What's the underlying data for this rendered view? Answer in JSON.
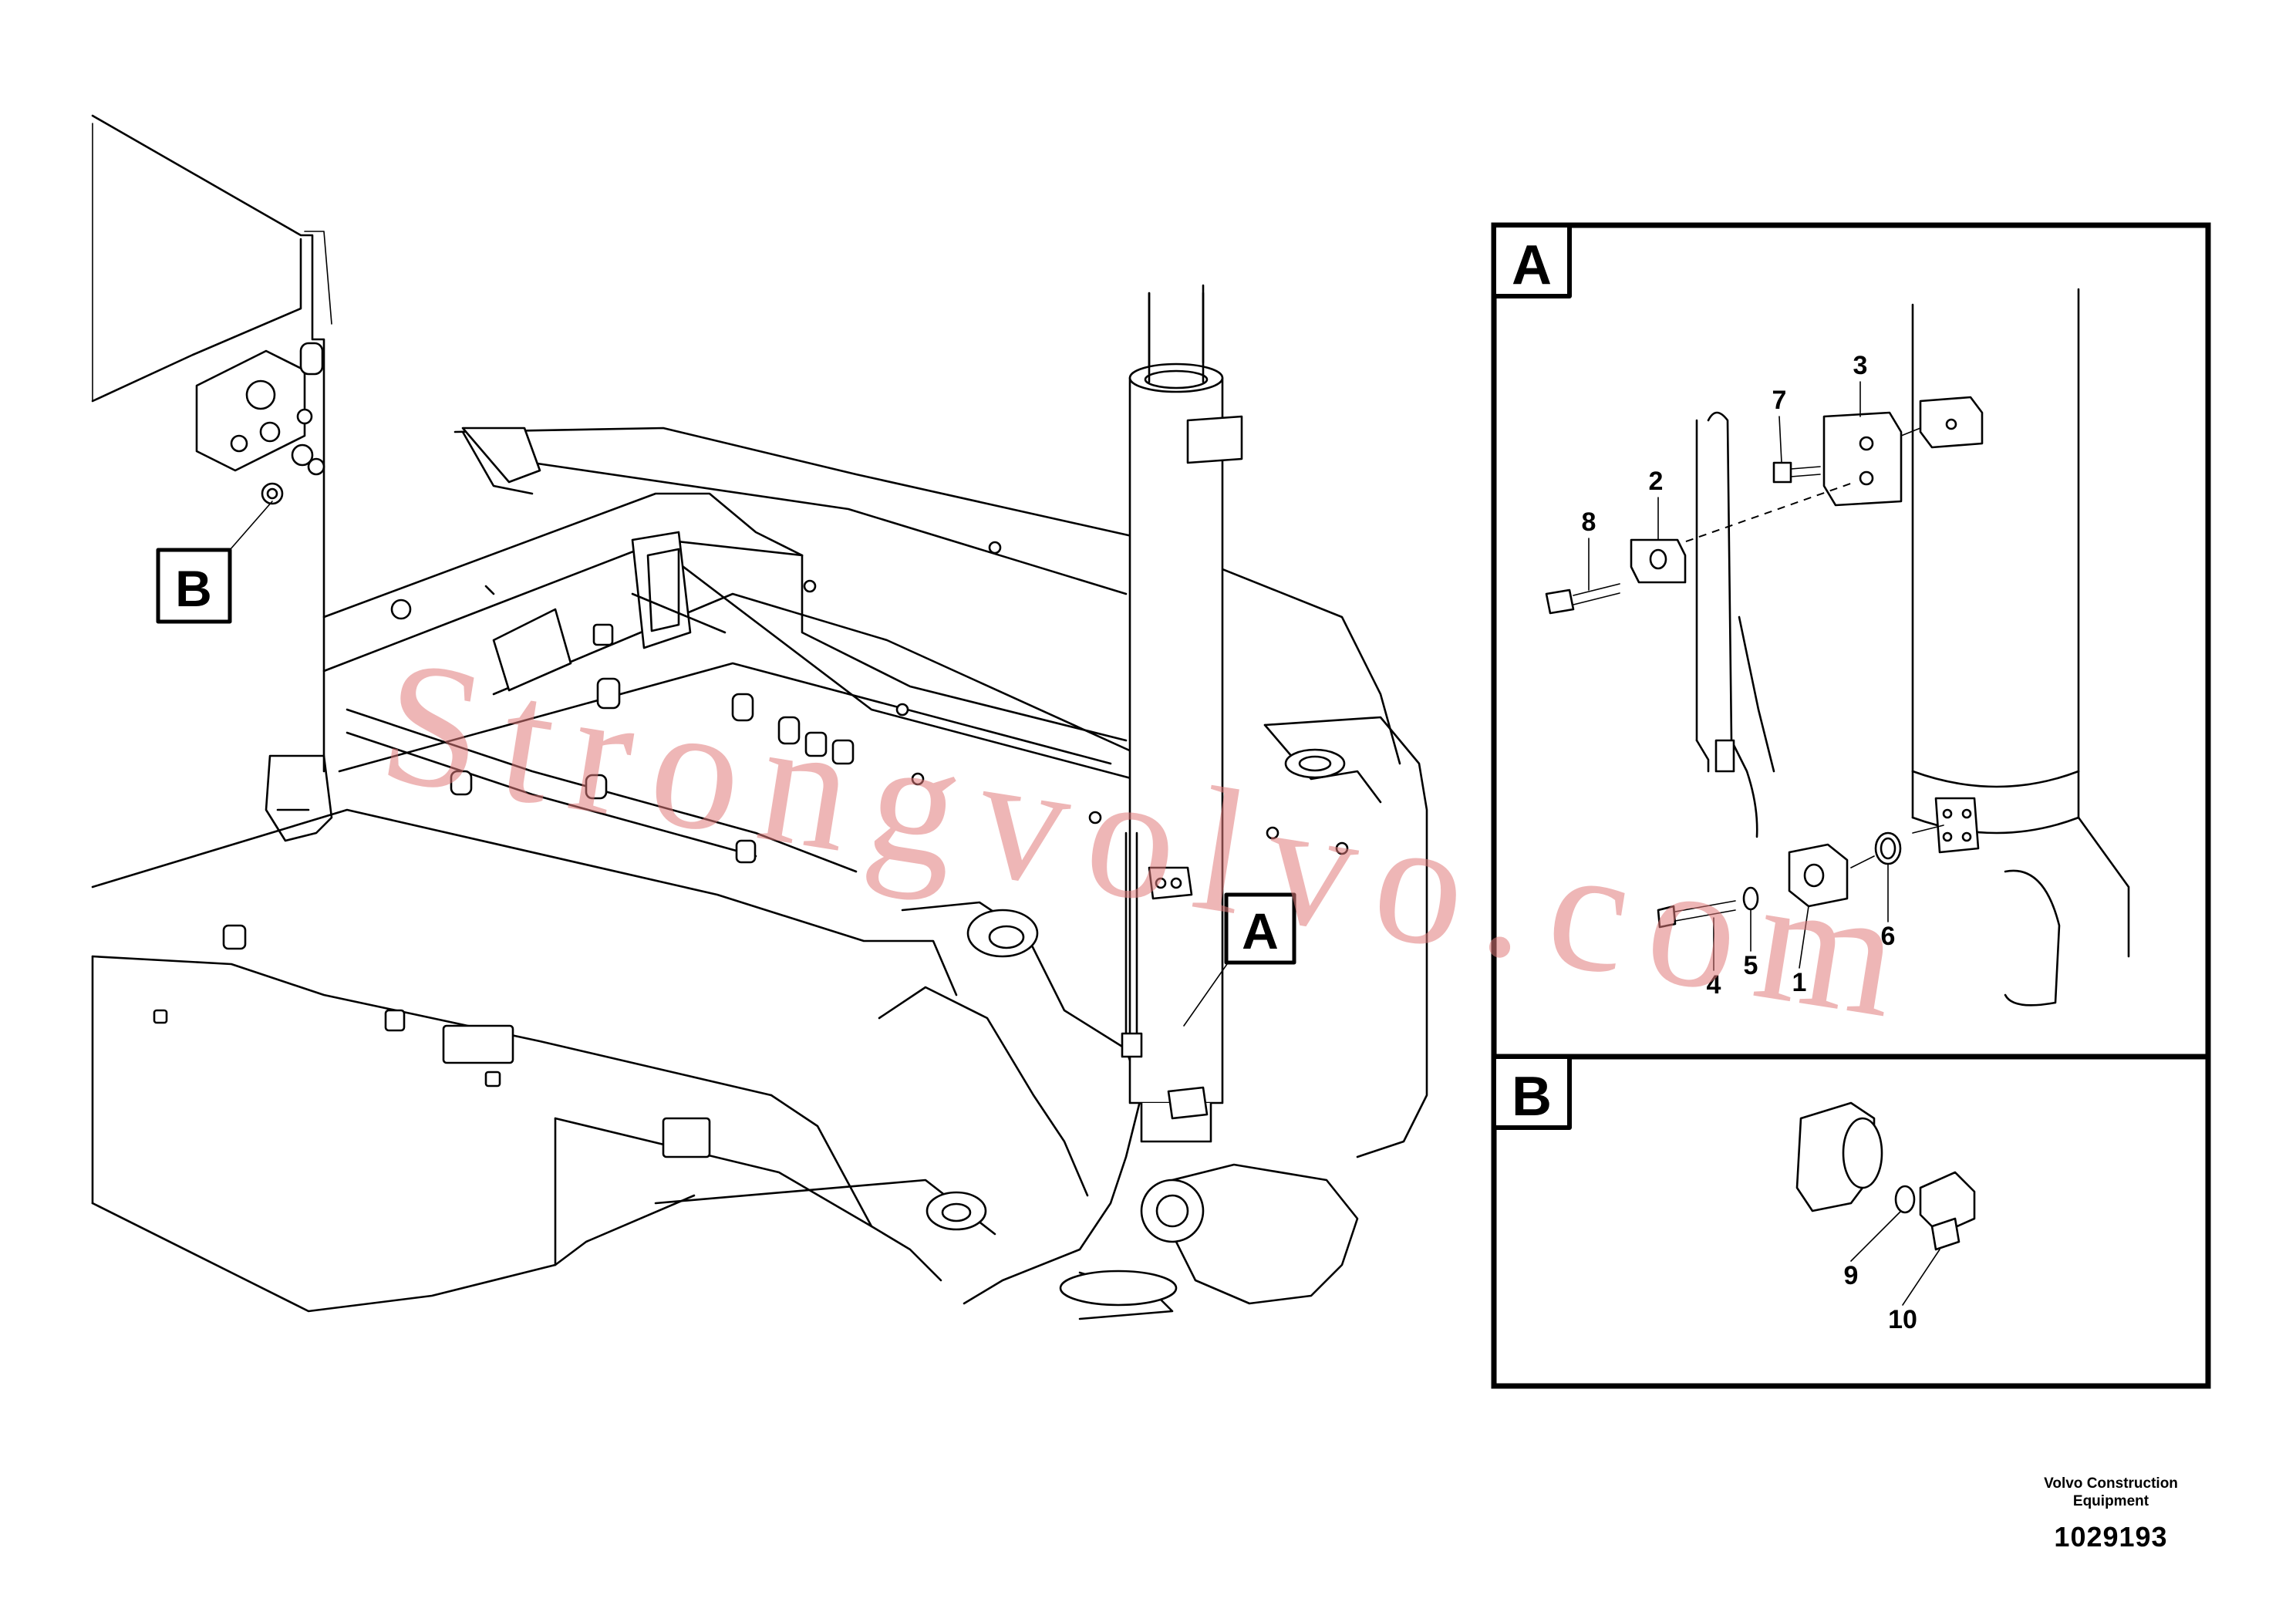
{
  "callouts": {
    "main_a": "A",
    "main_b": "B",
    "detail_a": "A",
    "detail_b": "B"
  },
  "part_numbers": {
    "p1": "1",
    "p2": "2",
    "p3": "3",
    "p4": "4",
    "p5": "5",
    "p6": "6",
    "p7": "7",
    "p8": "8",
    "p9": "9",
    "p10": "10"
  },
  "watermark": "Strongvolvo.com",
  "footer": {
    "manufacturer_line1": "Volvo Construction",
    "manufacturer_line2": "Equipment",
    "drawing_number": "1029193"
  }
}
